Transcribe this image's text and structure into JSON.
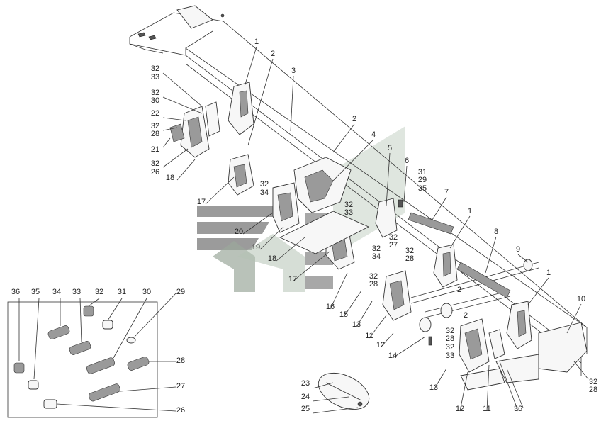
{
  "diagram": {
    "labels": [
      {
        "text": "1"
      },
      {
        "text": "2"
      },
      {
        "text": "3"
      },
      {
        "text": "2"
      },
      {
        "text": "4"
      },
      {
        "text": "5"
      },
      {
        "text": "6"
      },
      {
        "text": "31"
      },
      {
        "text": "29"
      },
      {
        "text": "35"
      },
      {
        "text": "7"
      },
      {
        "text": "1"
      },
      {
        "text": "8"
      },
      {
        "text": "9"
      },
      {
        "text": "1"
      },
      {
        "text": "10"
      },
      {
        "text": "32"
      },
      {
        "text": "28"
      },
      {
        "text": "32"
      },
      {
        "text": "33"
      },
      {
        "text": "32"
      },
      {
        "text": "30"
      },
      {
        "text": "22"
      },
      {
        "text": "32"
      },
      {
        "text": "28"
      },
      {
        "text": "21"
      },
      {
        "text": "32"
      },
      {
        "text": "26"
      },
      {
        "text": "18"
      },
      {
        "text": "32"
      },
      {
        "text": "34"
      },
      {
        "text": "17"
      },
      {
        "text": "20"
      },
      {
        "text": "19"
      },
      {
        "text": "32"
      },
      {
        "text": "33"
      },
      {
        "text": "18"
      },
      {
        "text": "32"
      },
      {
        "text": "27"
      },
      {
        "text": "32"
      },
      {
        "text": "34"
      },
      {
        "text": "32"
      },
      {
        "text": "28"
      },
      {
        "text": "17"
      },
      {
        "text": "32"
      },
      {
        "text": "28"
      },
      {
        "text": "16"
      },
      {
        "text": "15"
      },
      {
        "text": "13"
      },
      {
        "text": "11"
      },
      {
        "text": "2"
      },
      {
        "text": "12"
      },
      {
        "text": "32"
      },
      {
        "text": "28"
      },
      {
        "text": "32"
      },
      {
        "text": "33"
      },
      {
        "text": "14"
      },
      {
        "text": "2"
      },
      {
        "text": "13"
      },
      {
        "text": "12"
      },
      {
        "text": "11"
      },
      {
        "text": "36"
      },
      {
        "text": "23"
      },
      {
        "text": "24"
      },
      {
        "text": "25"
      }
    ],
    "inset_labels": [
      {
        "text": "36"
      },
      {
        "text": "35"
      },
      {
        "text": "34"
      },
      {
        "text": "33"
      },
      {
        "text": "32"
      },
      {
        "text": "31"
      },
      {
        "text": "30"
      },
      {
        "text": "29"
      },
      {
        "text": "28"
      },
      {
        "text": "27"
      },
      {
        "text": "26"
      }
    ],
    "colors": {
      "line": "#333333",
      "watermark_dark": "#7a7a7a",
      "watermark_light": "#bdbdbd",
      "background": "#ffffff"
    }
  }
}
